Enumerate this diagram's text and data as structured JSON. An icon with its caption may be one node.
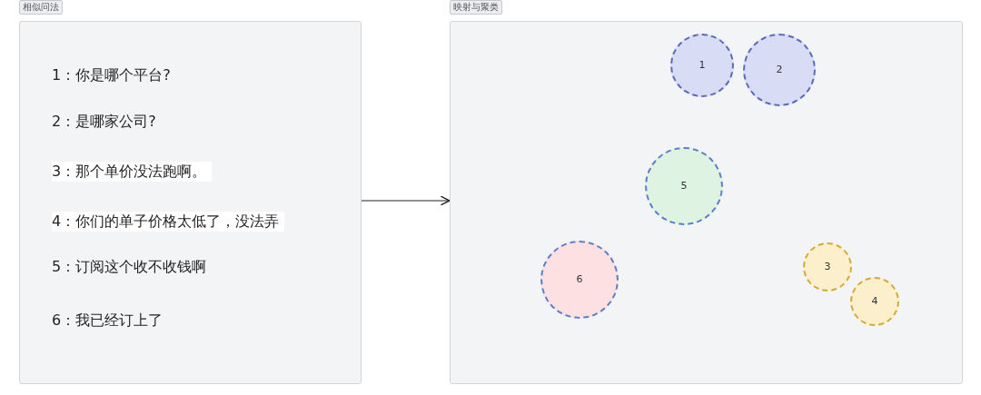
{
  "diagram": {
    "nodes": [
      {
        "text": [
          "相似问法",
          "1：你是哪个平台?",
          "2：是哪家公司?",
          "3：那个单价没法跑啊。",
          "4：你们的单子价格太低了，没法弄",
          "5：订阅这个收不收钱啊",
          "6：我已经订上了"
        ]
      },
      {
        "text": [
          "映射与聚类"
        ]
      },
      {
        "text": [
          "1"
        ],
        "in": 1
      },
      {
        "text": [
          "2"
        ],
        "in": 1
      },
      {
        "text": [
          "3"
        ],
        "in": 1
      },
      {
        "text": [
          "4"
        ],
        "in": 1
      },
      {
        "text": [
          "5"
        ],
        "in": 1
      },
      {
        "text": [
          "6"
        ],
        "in": 1
      }
    ],
    "edges": [
      {
        "from": 0,
        "to": 1,
        "arrow": "to"
      }
    ]
  }
}
